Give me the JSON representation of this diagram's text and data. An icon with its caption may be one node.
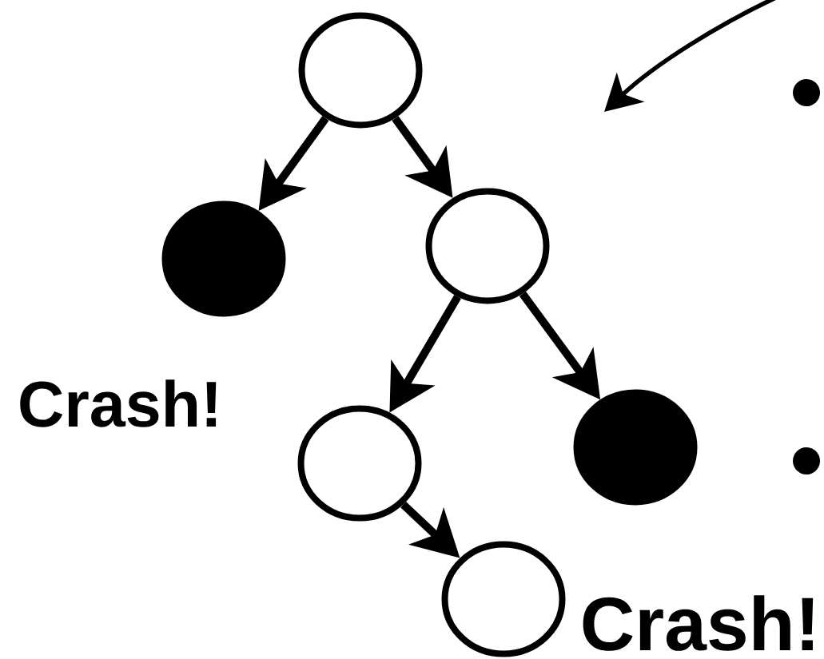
{
  "diagram": {
    "nodes": [
      {
        "text": [],
        "shape": "circle"
      },
      {
        "text": [],
        "shape": "circle"
      },
      {
        "text": [],
        "shape": "circle"
      },
      {
        "text": [],
        "shape": "circle"
      },
      {
        "text": [],
        "shape": "circle"
      },
      {
        "text": [],
        "shape": "circle"
      }
    ],
    "edges": [
      {
        "from": 0,
        "to": 1,
        "arrow": "to"
      },
      {
        "from": 0,
        "to": 2,
        "arrow": "to"
      },
      {
        "from": 2,
        "to": 3,
        "arrow": "to"
      },
      {
        "from": 2,
        "to": 4,
        "arrow": "to"
      },
      {
        "from": 3,
        "to": 5,
        "arrow": "to"
      }
    ],
    "labels": [
      "Crash!",
      "Crash!"
    ]
  }
}
